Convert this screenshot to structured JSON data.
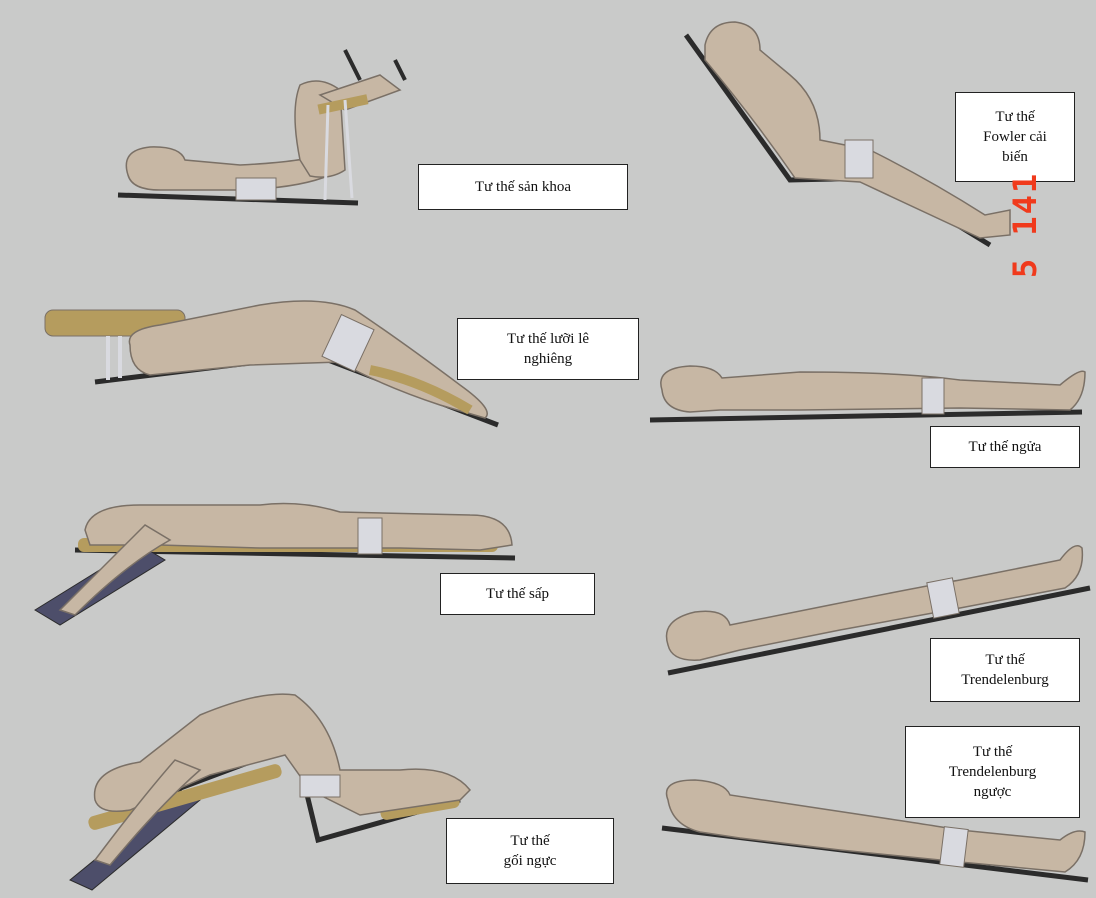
{
  "colors": {
    "background": "#c9cac9",
    "skin": "#c7b7a4",
    "skin_outline": "#7a7066",
    "table": "#2b2b2b",
    "pad": "#b59c5e",
    "strap": "#d9dae0",
    "arm_board": "#4d4e6a",
    "stamp": "#f03a1c"
  },
  "positions": [
    {
      "id": "lithotomy",
      "lines": [
        "Tư thế sản khoa"
      ]
    },
    {
      "id": "fowler",
      "lines": [
        "Tư thế",
        "Fowler cải",
        "biến"
      ]
    },
    {
      "id": "lateral-jackknife",
      "lines": [
        "Tư thế lưỡi lê",
        "nghiêng"
      ]
    },
    {
      "id": "supine",
      "lines": [
        "Tư thế ngửa"
      ]
    },
    {
      "id": "prone",
      "lines": [
        "Tư thế sấp"
      ]
    },
    {
      "id": "trendelenburg",
      "lines": [
        "Tư thế",
        "Trendelenburg"
      ]
    },
    {
      "id": "knee-chest",
      "lines": [
        "Tư thế",
        "gối ngực"
      ]
    },
    {
      "id": "reverse-trendelenburg",
      "lines": [
        "Tư thế",
        "Trendelenburg",
        "ngược"
      ]
    }
  ],
  "stamp": "5 141"
}
